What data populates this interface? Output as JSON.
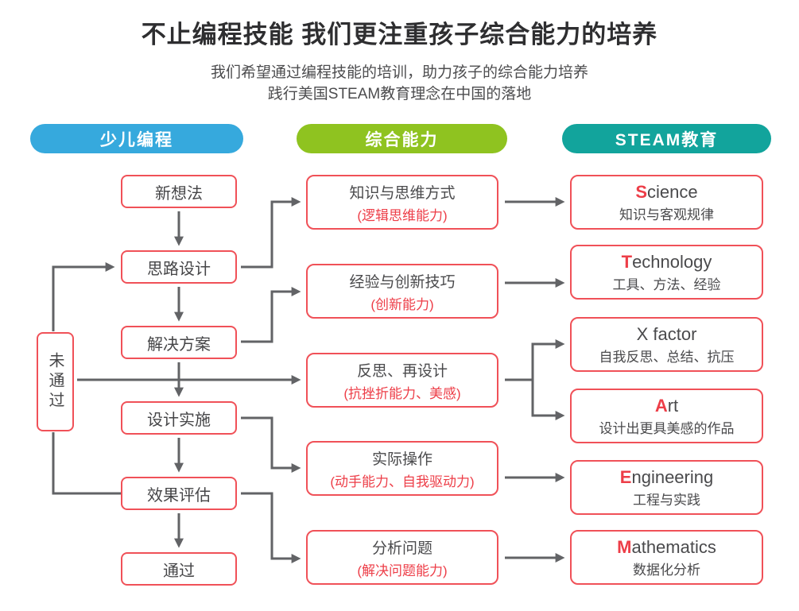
{
  "header": {
    "title": "不止编程技能 我们更注重孩子综合能力的培养",
    "subtitle_line1": "我们希望通过编程技能的培训，助力孩子的综合能力培养",
    "subtitle_line2": "践行美国STEAM教育理念在中国的落地"
  },
  "columns": [
    {
      "id": "coding",
      "label": "少儿编程",
      "color": "#36a9dd"
    },
    {
      "id": "ability",
      "label": "综合能力",
      "color": "#8fc320"
    },
    {
      "id": "steam",
      "label": "STEAM教育",
      "color": "#12a49c"
    }
  ],
  "flow": {
    "steps": [
      "新想法",
      "思路设计",
      "解决方案",
      "设计实施",
      "效果评估",
      "通过"
    ],
    "fail_label": "未通过"
  },
  "abilities": [
    {
      "title": "知识与思维方式",
      "subtitle": "(逻辑思维能力)"
    },
    {
      "title": "经验与创新技巧",
      "subtitle": "(创新能力)"
    },
    {
      "title": "反思、再设计",
      "subtitle": "(抗挫折能力、美感)"
    },
    {
      "title": "实际操作",
      "subtitle": "(动手能力、自我驱动力)"
    },
    {
      "title": "分析问题",
      "subtitle": "(解决问题能力)"
    }
  ],
  "steam_items": [
    {
      "initial": "S",
      "rest": "cience",
      "subtitle": "知识与客观规律"
    },
    {
      "initial": "T",
      "rest": "echnology",
      "subtitle": "工具、方法、经验"
    },
    {
      "initial": "",
      "rest": "X factor",
      "subtitle": "自我反思、总结、抗压"
    },
    {
      "initial": "A",
      "rest": "rt",
      "subtitle": "设计出更具美感的作品"
    },
    {
      "initial": "E",
      "rest": "ngineering",
      "subtitle": "工程与实践"
    },
    {
      "initial": "M",
      "rest": "athematics",
      "subtitle": "数据化分析"
    }
  ],
  "colors": {
    "box_border_red": "#f05158",
    "accent_red_text": "#ed3e48",
    "text_dark": "#4a4a4c",
    "arrow_gray": "#626366",
    "column_blue": "#36a9dd",
    "column_green": "#8fc320",
    "column_teal": "#12a49c"
  }
}
